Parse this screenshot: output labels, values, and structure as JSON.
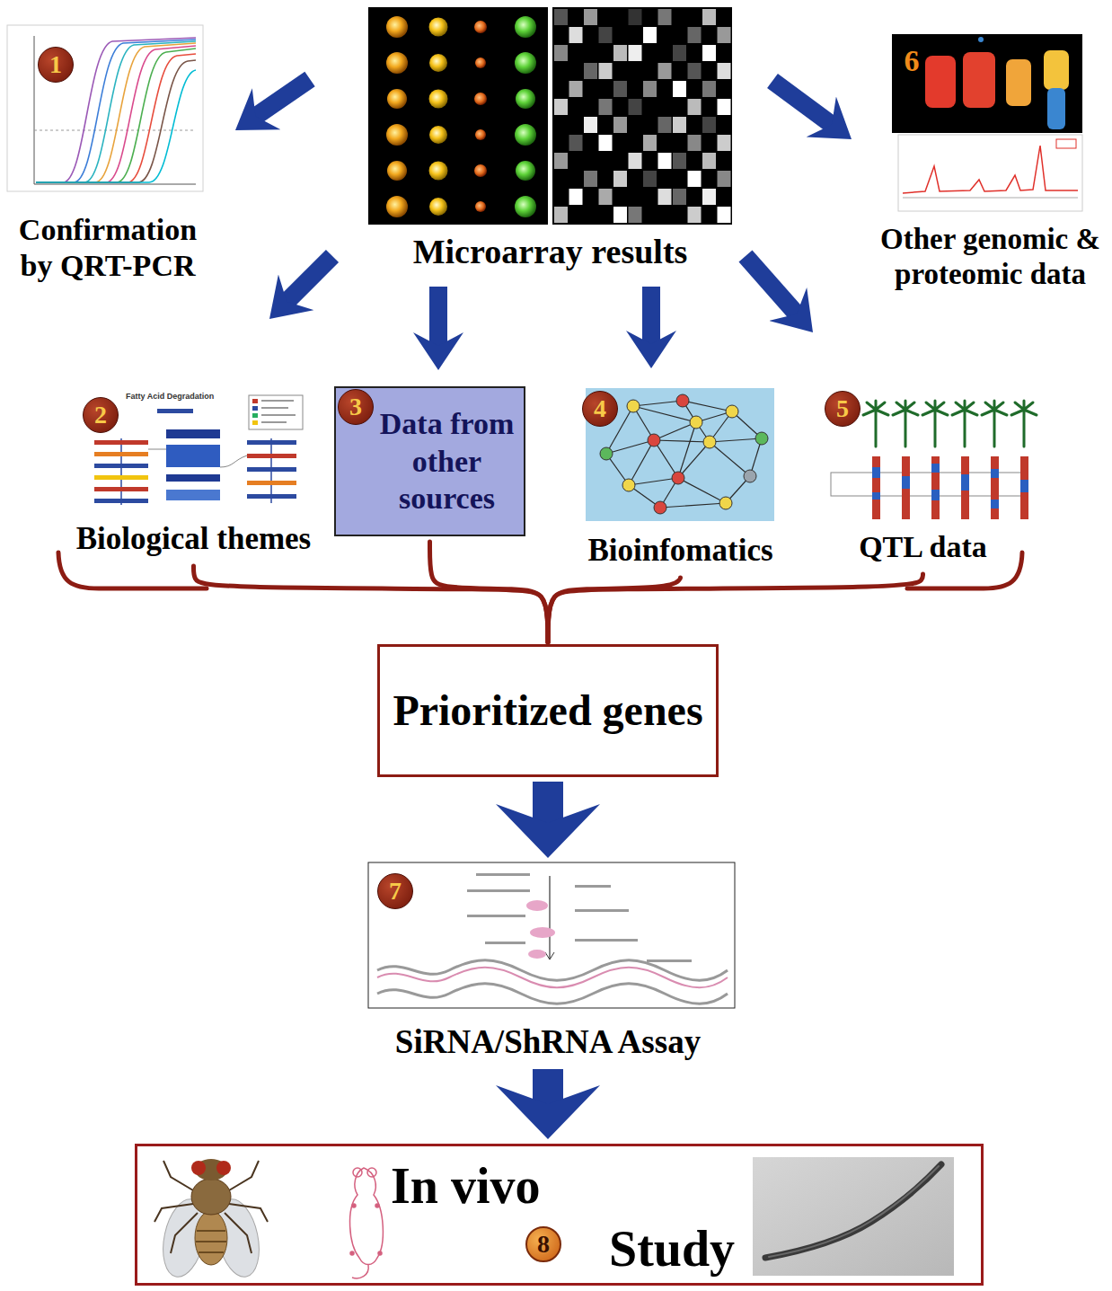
{
  "diagram": {
    "nodes": [
      {
        "text": [
          "1",
          "Confirmation by QRT-PCR"
        ]
      },
      {
        "text": [
          "Microarray results"
        ]
      },
      {
        "text": [
          "6",
          "Other genomic & proteomic data"
        ]
      },
      {
        "text": [
          "2",
          "Biological themes"
        ]
      },
      {
        "text": [
          "3",
          "Data from other sources"
        ]
      },
      {
        "text": [
          "4",
          "Bioinfomatics"
        ]
      },
      {
        "text": [
          "5",
          "QTL data"
        ]
      },
      {
        "text": [
          "Prioritized genes"
        ]
      },
      {
        "text": [
          "7",
          "SiRNA/ShRNA Assay"
        ]
      },
      {
        "text": [
          "In vivo",
          "8",
          "Study"
        ]
      }
    ],
    "edges": [
      {
        "from": 1,
        "to": 0,
        "arrow": "to"
      },
      {
        "from": 1,
        "to": 2,
        "arrow": "to"
      },
      {
        "from": 1,
        "to": 3,
        "arrow": "to"
      },
      {
        "from": 1,
        "to": 4,
        "arrow": "to"
      },
      {
        "from": 1,
        "to": 5,
        "arrow": "to"
      },
      {
        "from": 1,
        "to": 6,
        "arrow": "to"
      },
      {
        "from": 3,
        "to": 7,
        "arrow": "none"
      },
      {
        "from": 4,
        "to": 7,
        "arrow": "none"
      },
      {
        "from": 5,
        "to": 7,
        "arrow": "none"
      },
      {
        "from": 6,
        "to": 7,
        "arrow": "none"
      },
      {
        "from": 7,
        "to": 8,
        "arrow": "to"
      },
      {
        "from": 8,
        "to": 9,
        "arrow": "to"
      }
    ],
    "labels": [
      "Fatty Acid Degradation"
    ]
  }
}
